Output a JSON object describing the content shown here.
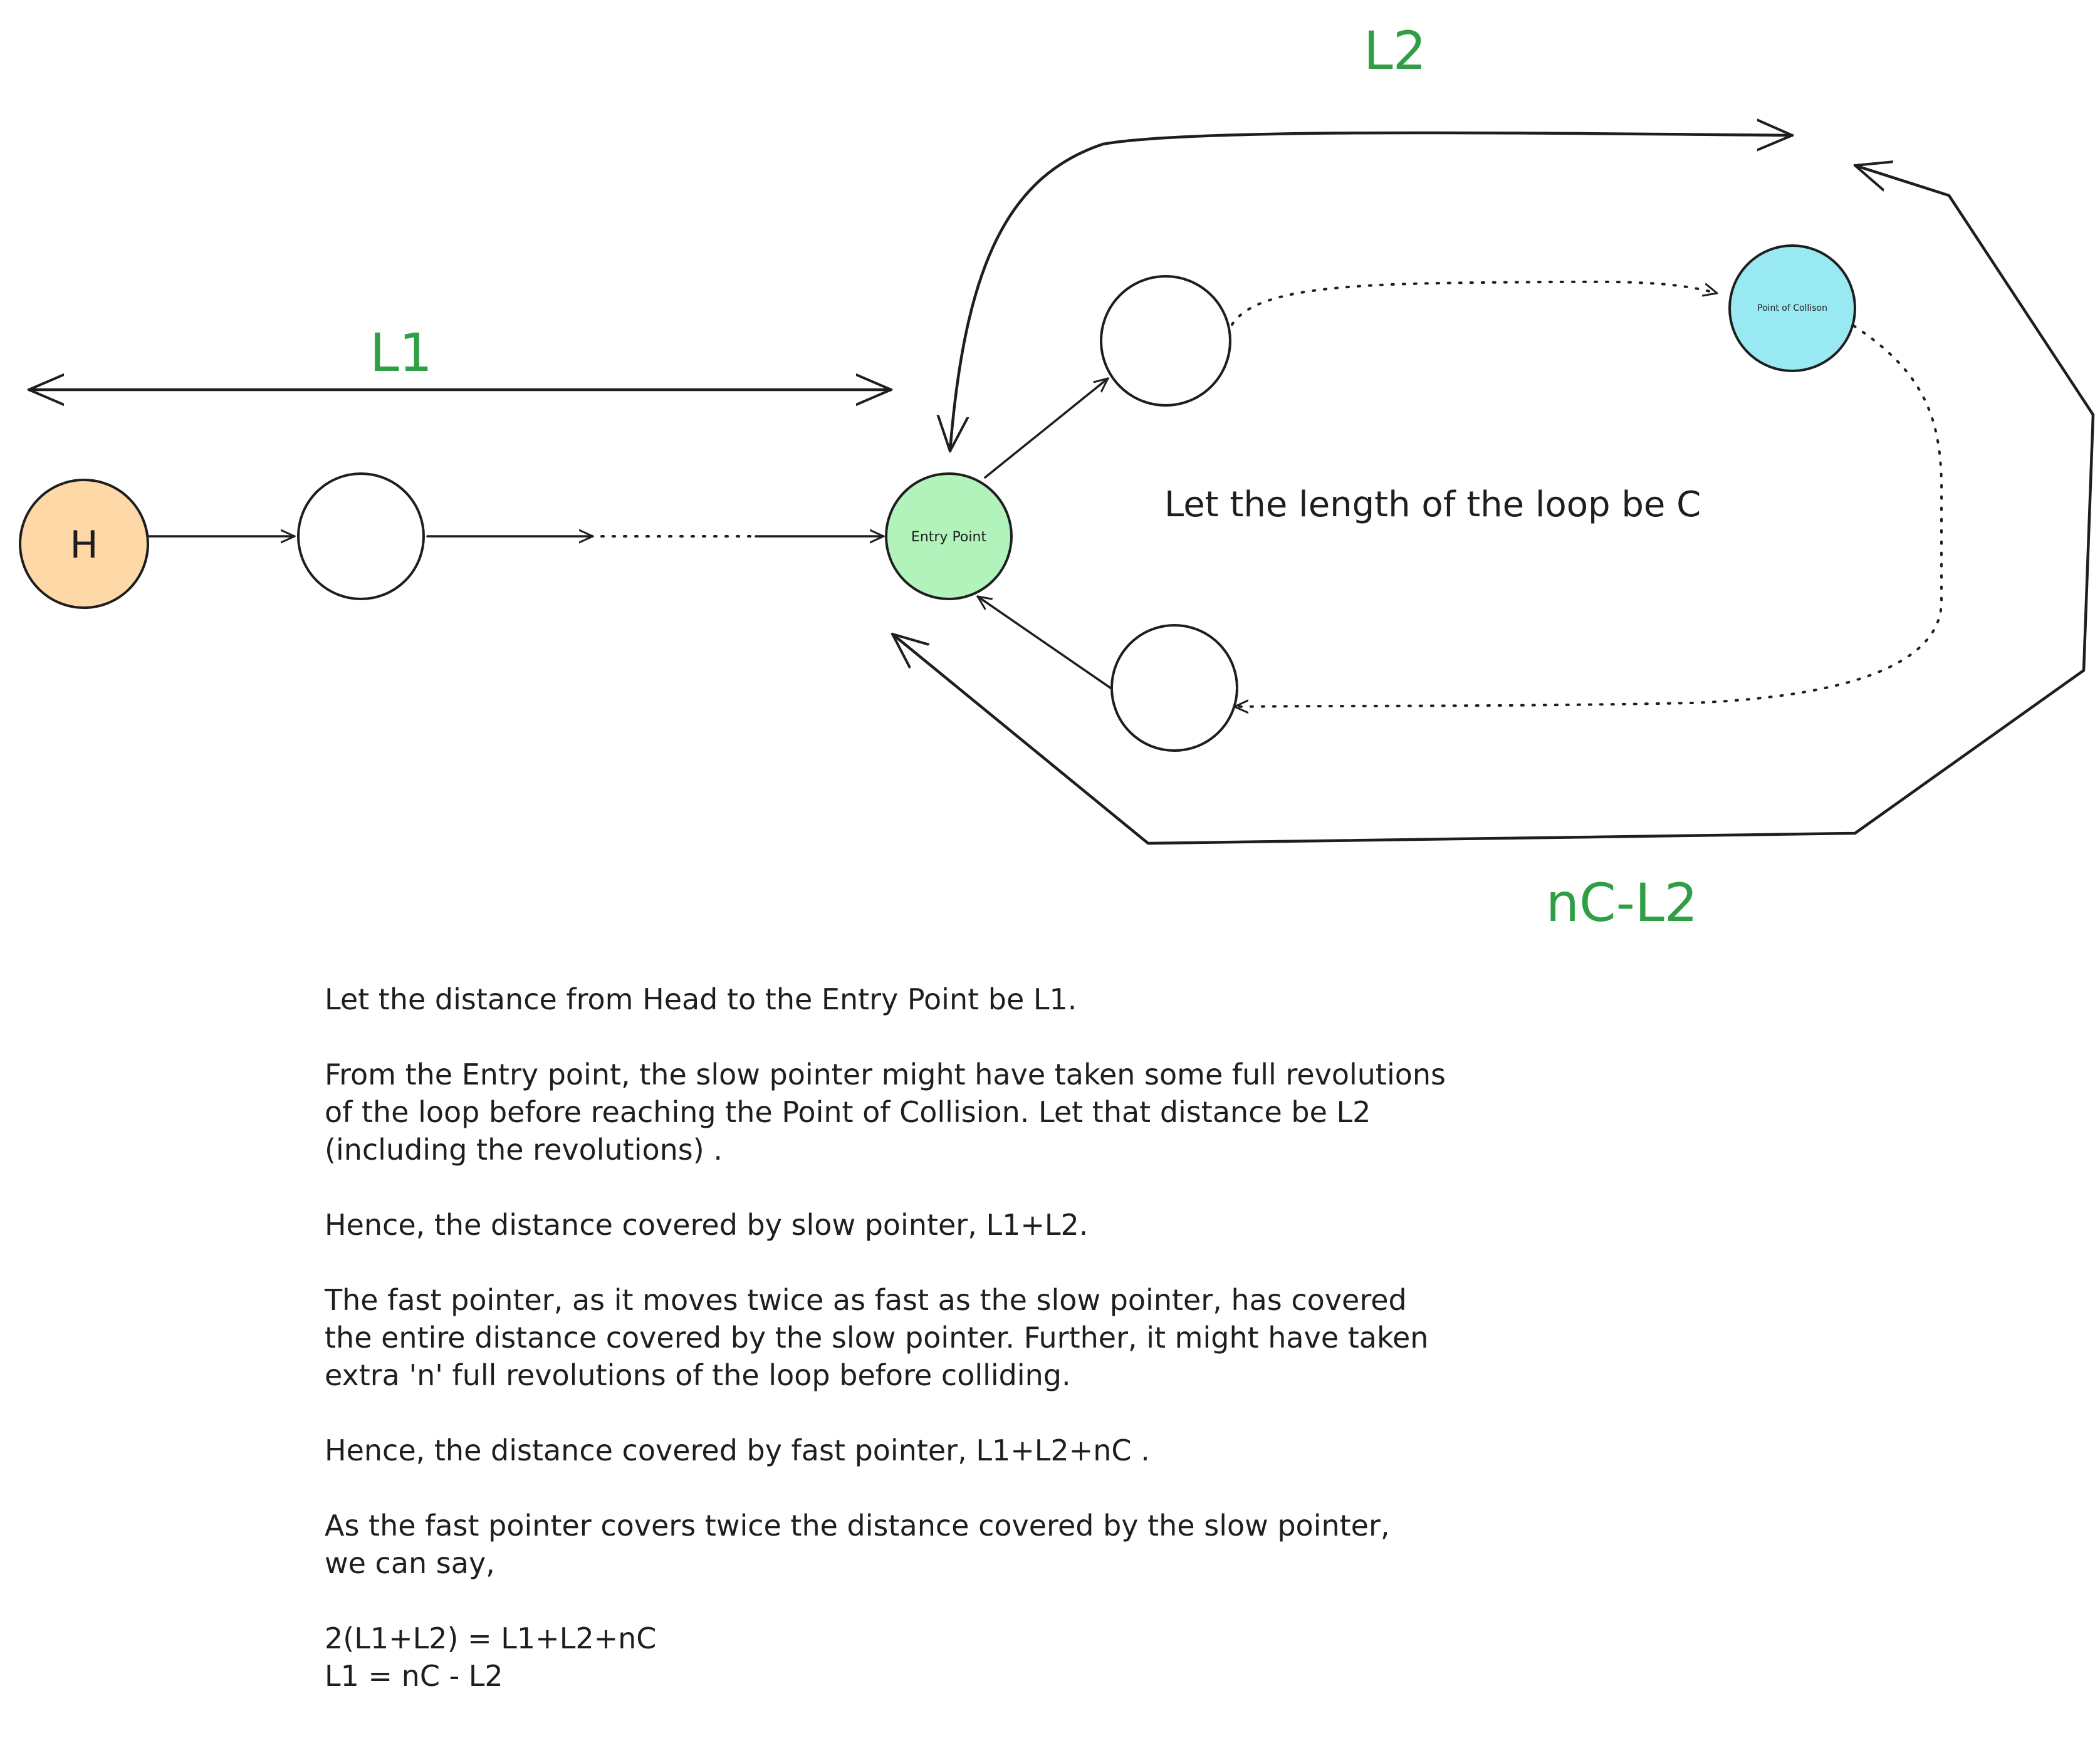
{
  "colors": {
    "head": "#ffd8a8",
    "entry": "#b2f2bb",
    "collision": "#99e9f2",
    "label": "#2f9e44",
    "ink": "#1e1e1e"
  },
  "nodes": {
    "head": "H",
    "entry": "Entry Point",
    "collision": "Point of Collison"
  },
  "labels": {
    "l1": "L1",
    "l2": "L2",
    "remainder": "nC-L2",
    "loop_length": "Let the length of the loop be C"
  },
  "explanation": {
    "p1": "Let the distance from Head to the Entry Point be L1.",
    "p2": "From the Entry point, the slow pointer might have taken some full revolutions\nof the loop before reaching the Point of Collision. Let that distance be L2\n(including the revolutions) .",
    "p3": "Hence, the distance covered by slow pointer, L1+L2.",
    "p4": "The fast pointer, as it moves twice as fast as the slow pointer, has covered\nthe entire distance covered by the slow pointer. Further, it might have taken\nextra 'n' full revolutions of the loop before colliding.",
    "p5": "Hence, the distance covered by fast pointer, L1+L2+nC .",
    "p6": "As the fast pointer covers twice the distance covered by the slow pointer,\nwe can say,",
    "eq1": "2(L1+L2) = L1+L2+nC",
    "eq2": "L1 = nC - L2"
  }
}
